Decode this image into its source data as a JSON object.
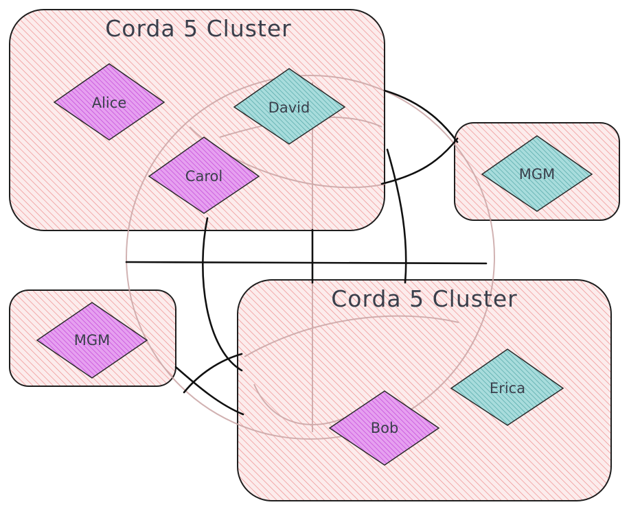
{
  "clusters": [
    {
      "title": "Corda 5 Cluster"
    },
    {
      "title": "Corda 5 Cluster"
    }
  ],
  "nodes": {
    "alice": "Alice",
    "david": "David",
    "carol": "Carol",
    "mgm_right": "MGM",
    "mgm_left": "MGM",
    "erica": "Erica",
    "bob": "Bob"
  },
  "colors": {
    "box_fill": "#fbe3e3",
    "hatch": "#f08c8c",
    "box_stroke": "#1e1e1e",
    "purple": "#da77f2",
    "teal": "#66c2c2",
    "line": "#111111",
    "globe": "#c8a0a0"
  }
}
